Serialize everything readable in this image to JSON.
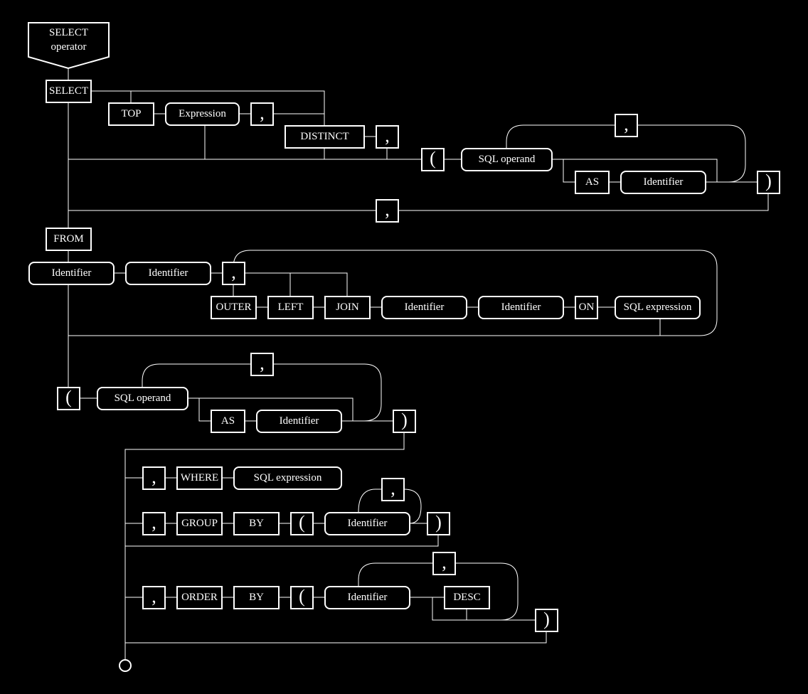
{
  "start": {
    "line1": "SELECT",
    "line2": "operator"
  },
  "keywords": {
    "select": "SELECT",
    "top": "TOP",
    "distinct": "DISTINCT",
    "as": "AS",
    "from": "FROM",
    "outer": "OUTER",
    "left": "LEFT",
    "join": "JOIN",
    "on": "ON",
    "where": "WHERE",
    "group": "GROUP",
    "by": "BY",
    "order": "ORDER",
    "desc": "DESC"
  },
  "nonterminals": {
    "expression": "Expression",
    "sql_operand": "SQL operand",
    "identifier": "Identifier",
    "sql_expression": "SQL expression"
  },
  "punctuation": {
    "comma": ",",
    "lparen": "(",
    "rparen": ")"
  },
  "colors": {
    "background": "#000000",
    "foreground": "#ffffff"
  }
}
